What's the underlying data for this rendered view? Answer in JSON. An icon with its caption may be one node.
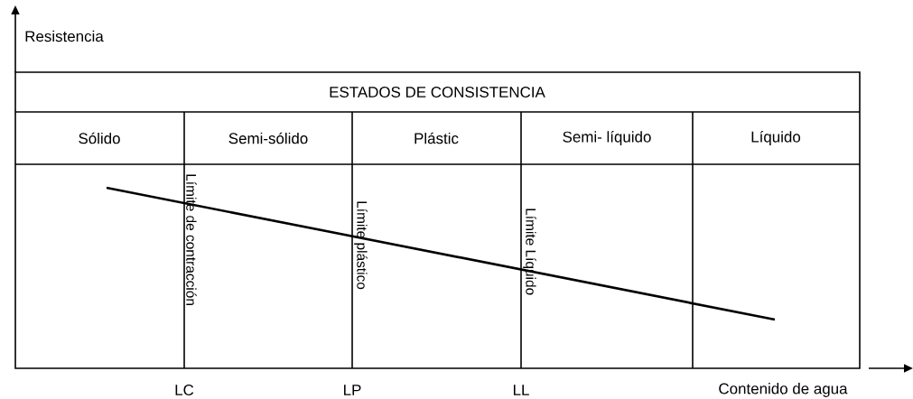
{
  "diagram": {
    "labels": [
      "Resistencia",
      "ESTADOS DE  CONSISTENCIA",
      "Sólido",
      "Semi-sólido",
      "Plástic",
      "Semi- líquido",
      "Líquido",
      "Límite de contracción",
      "Límite  plástico",
      "Límite Líquido",
      "LC",
      "LP",
      "LL",
      "Contenido de agua"
    ]
  }
}
